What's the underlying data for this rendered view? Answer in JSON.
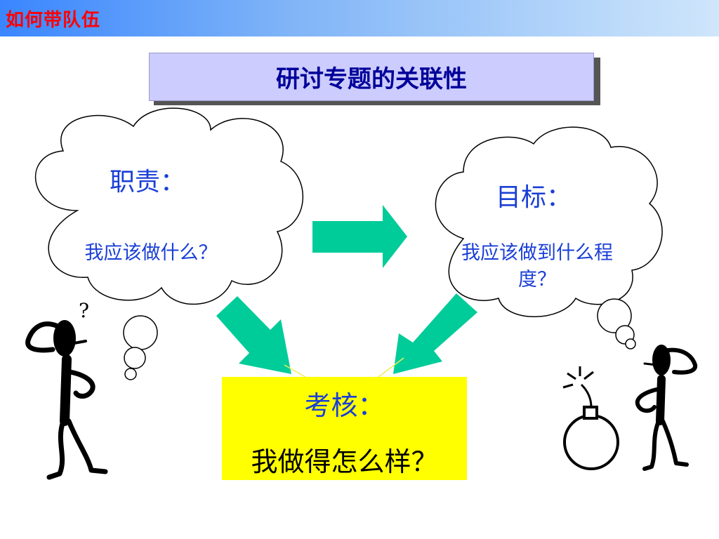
{
  "header": {
    "title": "如何带队伍"
  },
  "topic": {
    "title": "研讨专题的关联性"
  },
  "cloud_left": {
    "title": "职责：",
    "body": "我应该做什么？"
  },
  "cloud_right": {
    "title": "目标：",
    "body": "我应该做到什么程度？"
  },
  "evaluation": {
    "title": "考核：",
    "body": "我做得怎么样？"
  },
  "figure_left": {
    "mark": "?"
  },
  "colors": {
    "arrow": "#00cc99",
    "text_blue": "#1a3fd6",
    "header_title": "#ff0000",
    "topic_fill": "#ccccff",
    "eval_fill": "#ffff00"
  }
}
